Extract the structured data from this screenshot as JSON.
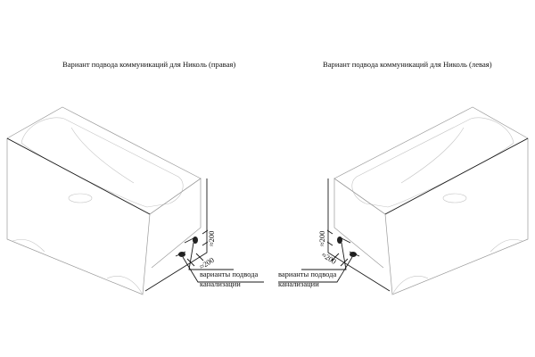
{
  "left": {
    "title": "Вариант подвода коммуникаций для Николь (правая)",
    "dim_vertical": "≈200",
    "dim_horizontal": "≈200",
    "note_line1": "варианты подвода",
    "note_line2": "канализации"
  },
  "right": {
    "title": "Вариант подвода коммуникаций для Николь (левая)",
    "dim_vertical": "≈200",
    "dim_horizontal": "≈200",
    "note_line1": "варианты подвода",
    "note_line2": "канализации"
  }
}
